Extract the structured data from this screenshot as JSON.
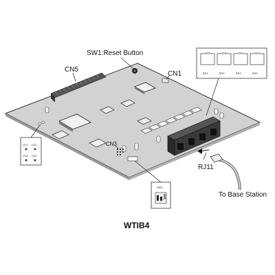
{
  "diagram": {
    "title": "WTIB4",
    "labels": {
      "reset": "SW1:Reset Button",
      "cn5": "CN5",
      "cn1": "CN1",
      "cn3": "CN3",
      "rj11": "RJ11",
      "to_base": "To Base Station"
    },
    "ports": [
      "BS1",
      "BS2",
      "BS3",
      "BS4"
    ],
    "leds": [
      "LD1",
      "LD2",
      "LD3",
      "LD4"
    ],
    "sw2": "SW2",
    "colors": {
      "board": "#d2d2d2",
      "ink": "#111111",
      "jack": "#2a2a2a"
    }
  }
}
